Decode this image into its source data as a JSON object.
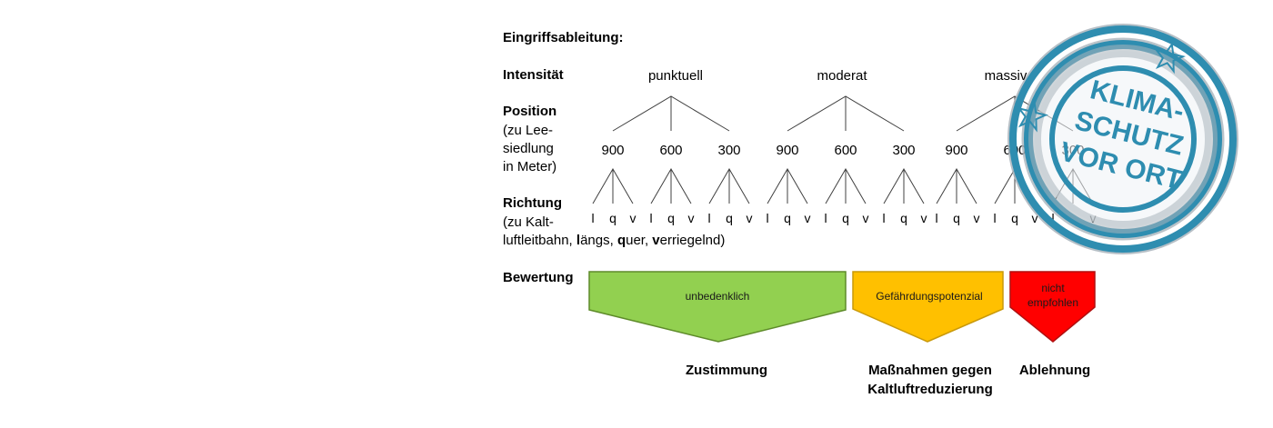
{
  "title": "Eingriffsableitung:",
  "intensity": {
    "label": "Intensität",
    "levels": [
      "punktuell",
      "moderat",
      "massiv"
    ]
  },
  "position": {
    "label": "Position",
    "sub_lines": [
      "(zu Lee-",
      "siedlung",
      "in Meter)"
    ],
    "distances": [
      "900",
      "600",
      "300"
    ]
  },
  "direction": {
    "label": "Richtung",
    "sub_line1": "(zu Kalt-",
    "sub_line2_parts": [
      "luftleitbahn, ",
      "l",
      "ängs, ",
      "q",
      "uer, ",
      "v",
      "erriegelnd)"
    ],
    "letters": [
      "l",
      "q",
      "v"
    ]
  },
  "rating": {
    "label": "Bewertung",
    "boxes": [
      {
        "text": "unbedenklich",
        "fill": "#92D050",
        "stroke": "#5E8B2A"
      },
      {
        "text": "Gefährdungspotenzial",
        "fill": "#FFC000",
        "stroke": "#C9990A"
      },
      {
        "text_lines": [
          "nicht",
          "empfohlen"
        ],
        "fill": "#FF0000",
        "stroke": "#B01010"
      }
    ]
  },
  "outcomes": [
    {
      "lines": [
        "Zustimmung"
      ]
    },
    {
      "lines": [
        "Maßnahmen gegen",
        "Kaltluftreduzierung"
      ]
    },
    {
      "lines": [
        "Ablehnung"
      ]
    }
  ],
  "stamp": {
    "lines": [
      "KLIMA-",
      "SCHUTZ",
      "VOR ORT"
    ],
    "color": "#2E8DB0"
  }
}
